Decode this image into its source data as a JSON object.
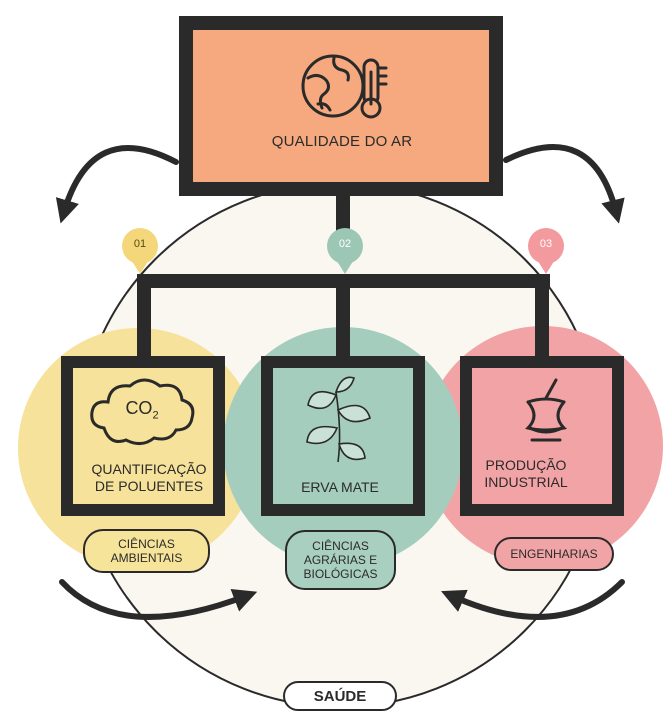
{
  "title": "QUALIDADE DO AR",
  "nodes": [
    {
      "number": "01",
      "label_line1": "QUANTIFICAÇÃO",
      "label_line2": "DE POLUENTES",
      "area": "CIÊNCIAS AMBIENTAIS",
      "color": "#f6e29a",
      "icon": "co2-cloud-icon"
    },
    {
      "number": "02",
      "label_line1": "ERVA MATE",
      "label_line2": "",
      "area_line1": "CIÊNCIAS",
      "area_line2": "AGRÁRIAS E",
      "area_line3": "BIOLÓGICAS",
      "color": "#a4cdbd",
      "icon": "erva-mate-leaf-icon"
    },
    {
      "number": "03",
      "label_line1": "PRODUÇÃO",
      "label_line2": "INDUSTRIAL",
      "area": "ENGENHARIAS",
      "color": "#f2a3a6",
      "icon": "chimarrao-cup-icon"
    }
  ],
  "area_1_line1": "CIÊNCIAS",
  "area_1_line2": "AMBIENTAIS",
  "co2_main": "CO",
  "co2_sub": "2",
  "footer": "SAÚDE",
  "colors": {
    "outline": "#2a2a2a",
    "top_box": "#f6a97f",
    "big_circle": "#faf6f0"
  },
  "top_icon": "earth-thermometer-icon"
}
